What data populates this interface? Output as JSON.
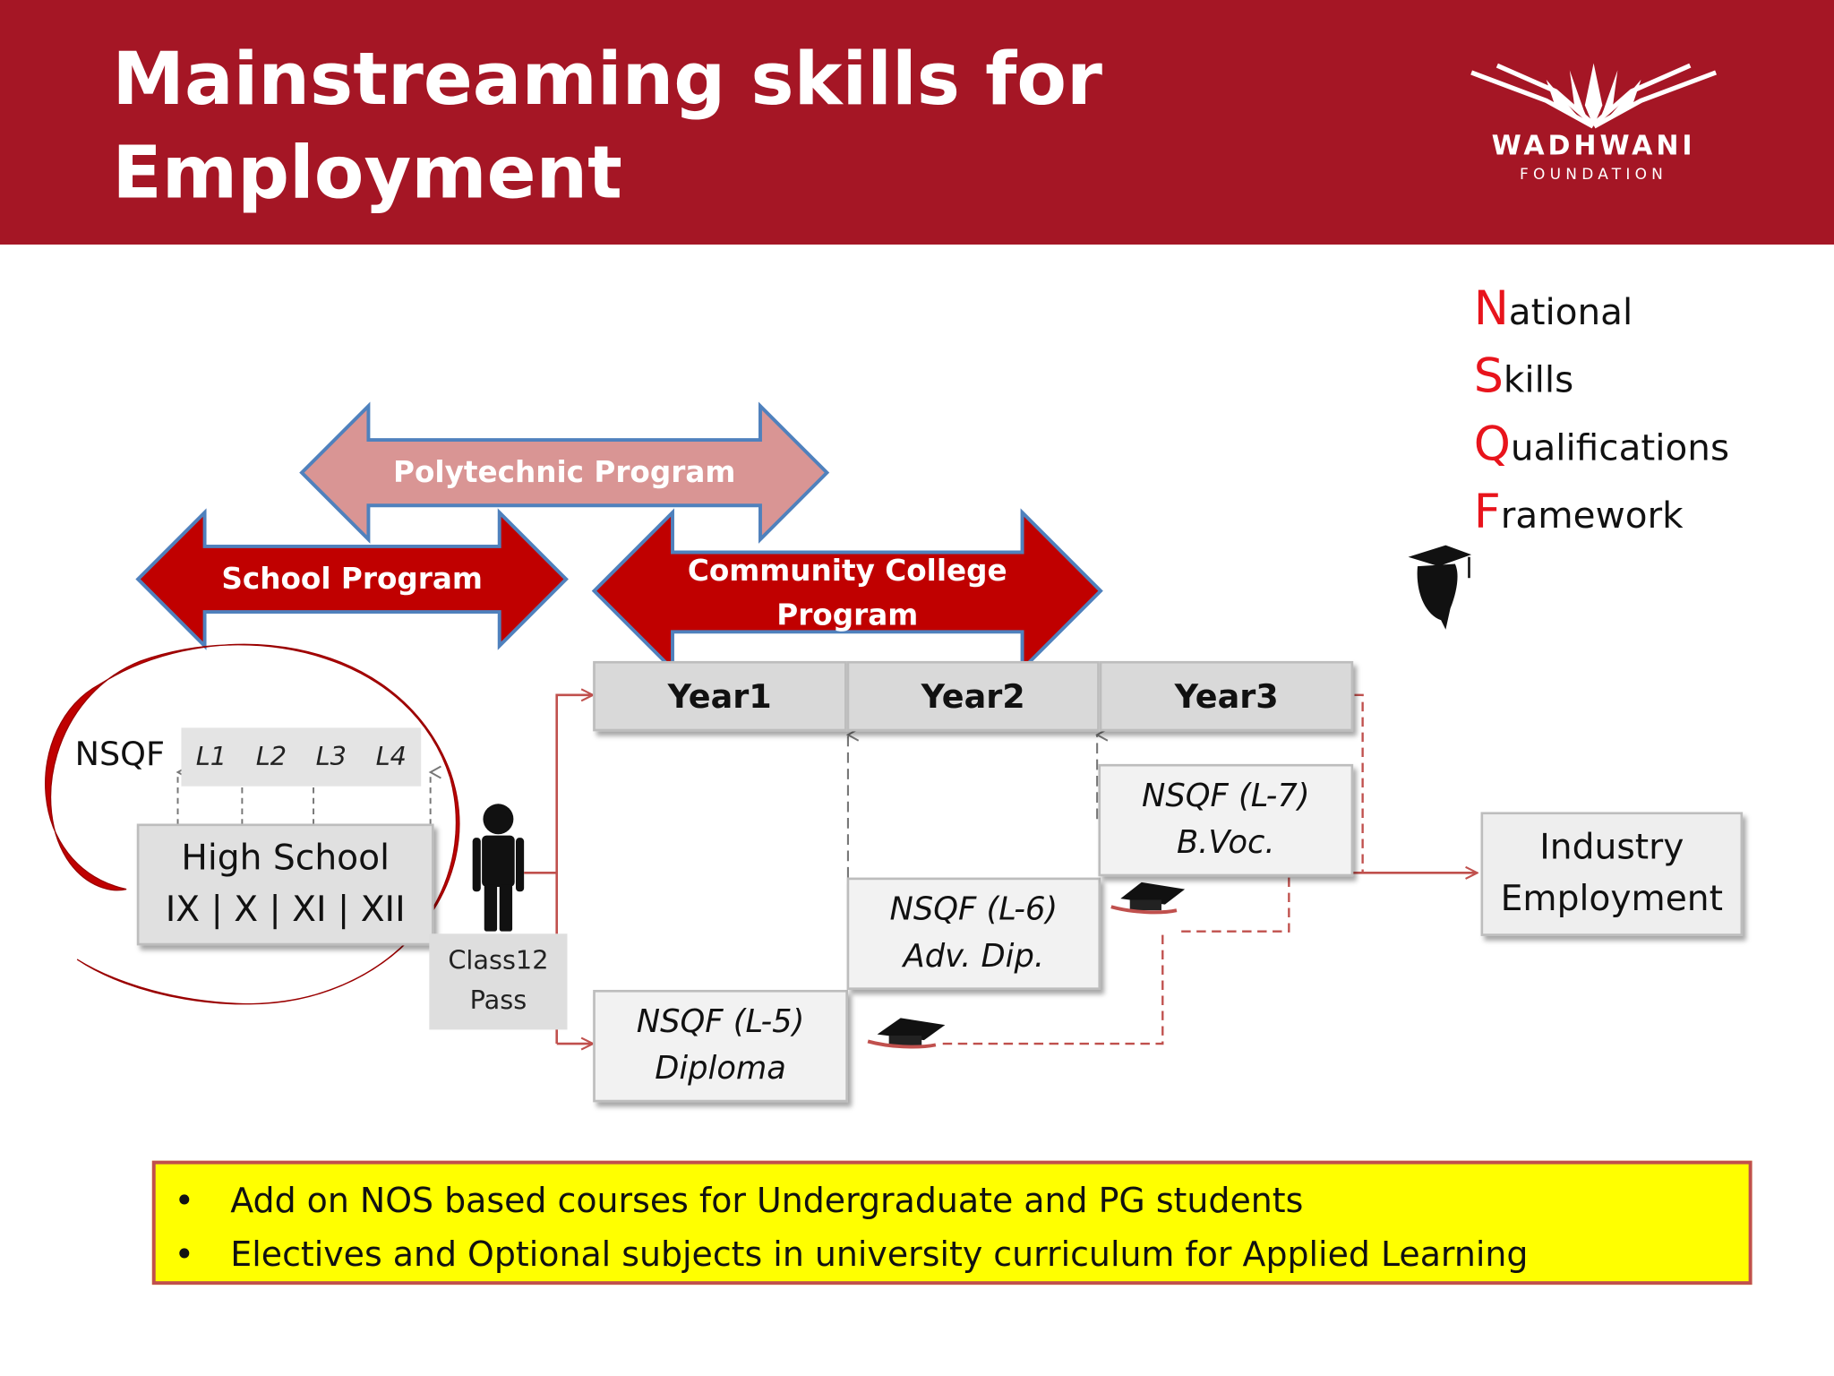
{
  "header": {
    "title_line1": "Mainstreaming skills for",
    "title_line2": "Employment",
    "logo_name": "WADHWANI",
    "logo_sub": "FOUNDATION"
  },
  "legend": [
    {
      "cap": "N",
      "rest": "ational"
    },
    {
      "cap": "S",
      "rest": "kills"
    },
    {
      "cap": "Q",
      "rest": "ualifications"
    },
    {
      "cap": "F",
      "rest": "ramework"
    }
  ],
  "programs": {
    "polytechnic": "Polytechnic Program",
    "school": "School Program",
    "community_line1": "Community College",
    "community_line2": "Program"
  },
  "years": [
    "Year1",
    "Year2",
    "Year3"
  ],
  "school": {
    "nsqf_label": "NSQF",
    "levels": [
      "L1",
      "L2",
      "L3",
      "L4"
    ],
    "high_school": "High School",
    "grades": "IX | X | XI | XII",
    "class12_line1": "Class12",
    "class12_line2": "Pass"
  },
  "qualifications": [
    {
      "level": "NSQF (L-5)",
      "name": "Diploma"
    },
    {
      "level": "NSQF (L-6)",
      "name": "Adv. Dip."
    },
    {
      "level": "NSQF (L-7)",
      "name": "B.Voc."
    }
  ],
  "industry": {
    "line1": "Industry",
    "line2": "Employment"
  },
  "bullets": [
    "Add on NOS based courses for Undergraduate and PG students",
    "Electives and Optional subjects in university curriculum for Applied Learning"
  ],
  "bullet_char": "•",
  "colors": {
    "header": "#a51625",
    "program_dark": "#c00000",
    "program_light": "#d99594",
    "arrow_outline": "#4f81bd",
    "legend_caps": "#e8141c",
    "callout_fill": "#ffff00",
    "connector": "#c0504d"
  }
}
